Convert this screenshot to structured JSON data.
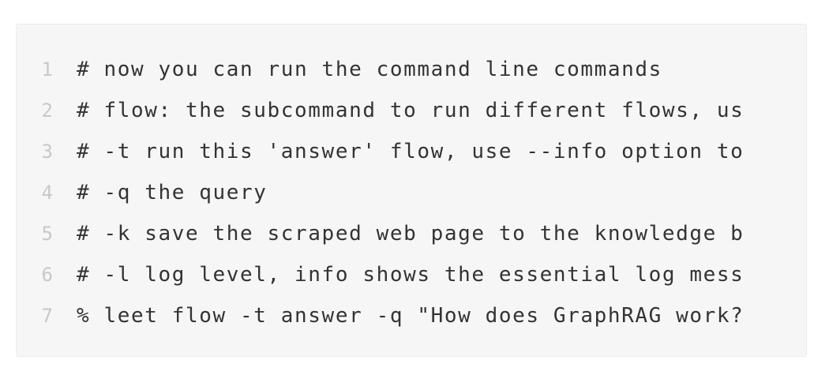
{
  "code_block": {
    "lines": [
      {
        "number": "1",
        "text": "# now you can run the command line commands"
      },
      {
        "number": "2",
        "text": "# flow: the subcommand to run different flows, us"
      },
      {
        "number": "3",
        "text": "# -t run this 'answer' flow, use --info option to"
      },
      {
        "number": "4",
        "text": "# -q the query"
      },
      {
        "number": "5",
        "text": "# -k save the scraped web page to the knowledge b"
      },
      {
        "number": "6",
        "text": "# -l log level, info shows the essential log mess"
      },
      {
        "number": "7",
        "text": "% leet flow -t answer -q \"How does GraphRAG work?"
      }
    ]
  },
  "colors": {
    "background": "#f6f6f6",
    "text": "#333333",
    "line_number": "#c8c8c8"
  }
}
